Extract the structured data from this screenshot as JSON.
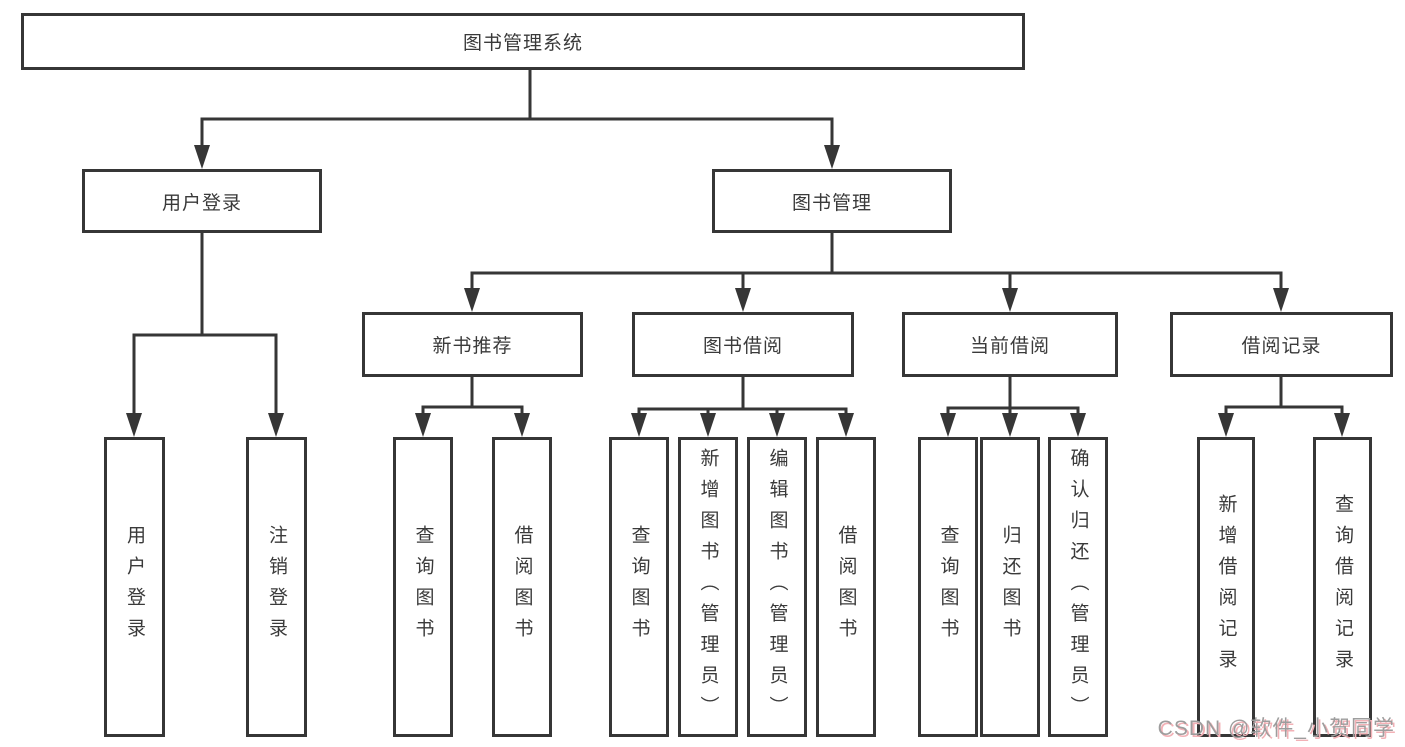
{
  "diagram": {
    "root": {
      "label": "图书管理系统"
    },
    "level2": [
      {
        "label": "用户登录"
      },
      {
        "label": "图书管理"
      }
    ],
    "level3": [
      {
        "label": "新书推荐"
      },
      {
        "label": "图书借阅"
      },
      {
        "label": "当前借阅"
      },
      {
        "label": "借阅记录"
      }
    ],
    "leaves": [
      {
        "label": "用户登录"
      },
      {
        "label": "注销登录"
      },
      {
        "label": "查询图书"
      },
      {
        "label": "借阅图书"
      },
      {
        "label": "查询图书"
      },
      {
        "label": "新增图书（管理员）"
      },
      {
        "label": "编辑图书（管理员）"
      },
      {
        "label": "借阅图书"
      },
      {
        "label": "查询图书"
      },
      {
        "label": "归还图书"
      },
      {
        "label": "确认归还（管理员）"
      },
      {
        "label": "新增借阅记录"
      },
      {
        "label": "查询借阅记录"
      }
    ]
  },
  "watermark": {
    "text": "CSDN @软件_小贺同学"
  },
  "colors": {
    "line": "#363636",
    "node_border": "#363636",
    "text": "#3a3a3a",
    "background": "#ffffff",
    "watermark_text": "#9d9d9d",
    "watermark_shadow": "#f2b1b6"
  }
}
